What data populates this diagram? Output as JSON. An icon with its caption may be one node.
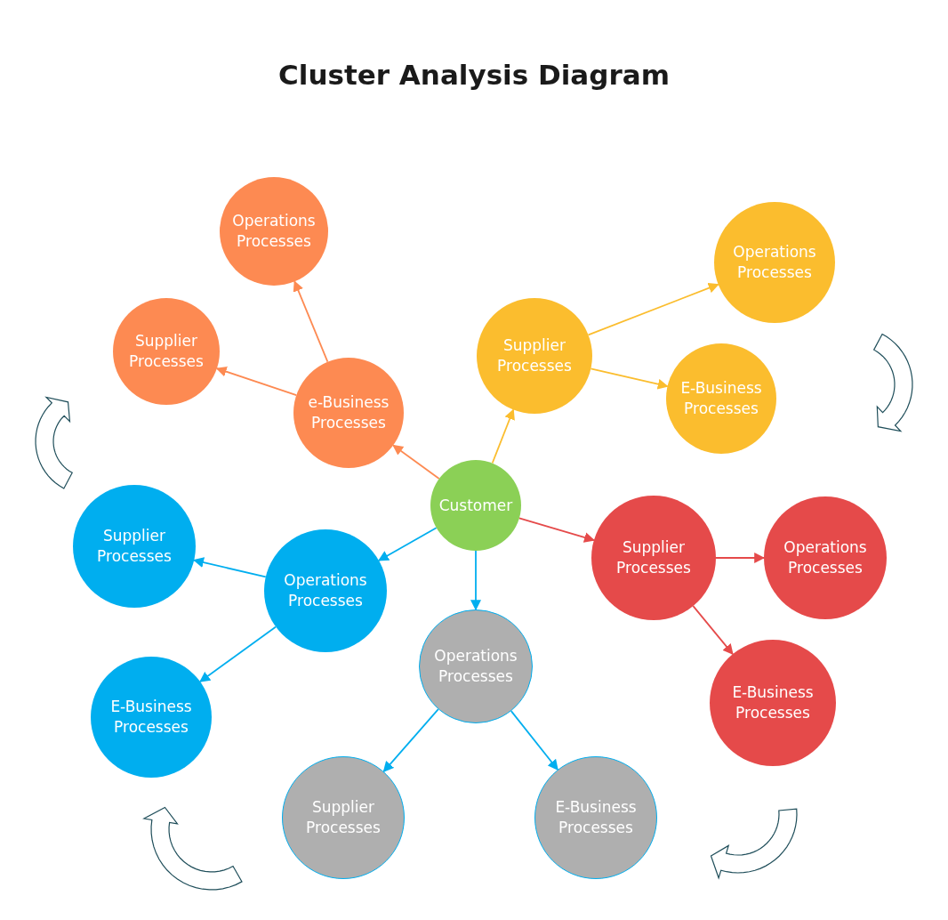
{
  "diagram": {
    "title": "Cluster Analysis Diagram",
    "nodes": [
      {
        "text": [
          "Customer"
        ]
      },
      {
        "text": [
          "e-Business Processes"
        ]
      },
      {
        "text": [
          "Operations Processes"
        ]
      },
      {
        "text": [
          "Supplier Processes"
        ]
      },
      {
        "text": [
          "Supplier Processes"
        ]
      },
      {
        "text": [
          "Operations Processes"
        ]
      },
      {
        "text": [
          "E-Business Processes"
        ]
      },
      {
        "text": [
          "Supplier Processes"
        ]
      },
      {
        "text": [
          "Operations Processes"
        ]
      },
      {
        "text": [
          "E-Business Processes"
        ]
      },
      {
        "text": [
          "Operations Processes"
        ]
      },
      {
        "text": [
          "Supplier Processes"
        ]
      },
      {
        "text": [
          "E-Business Processes"
        ]
      },
      {
        "text": [
          "Operations Processes"
        ]
      },
      {
        "text": [
          "Supplier Processes"
        ]
      },
      {
        "text": [
          "E-Business Processes"
        ]
      }
    ],
    "edges": [
      {
        "from": 0,
        "to": 1,
        "arrow": "to",
        "color": "#fd8a52"
      },
      {
        "from": 1,
        "to": 2,
        "arrow": "to",
        "color": "#fd8a52"
      },
      {
        "from": 1,
        "to": 3,
        "arrow": "to",
        "color": "#fd8a52"
      },
      {
        "from": 0,
        "to": 4,
        "arrow": "to",
        "color": "#fbbd2e"
      },
      {
        "from": 4,
        "to": 5,
        "arrow": "to",
        "color": "#fbbd2e"
      },
      {
        "from": 4,
        "to": 6,
        "arrow": "to",
        "color": "#fbbd2e"
      },
      {
        "from": 0,
        "to": 7,
        "arrow": "to",
        "color": "#e54a4a"
      },
      {
        "from": 7,
        "to": 8,
        "arrow": "to",
        "color": "#e54a4a"
      },
      {
        "from": 7,
        "to": 9,
        "arrow": "to",
        "color": "#e54a4a"
      },
      {
        "from": 0,
        "to": 10,
        "arrow": "to"
      },
      {
        "from": 10,
        "to": 11,
        "arrow": "to"
      },
      {
        "from": 10,
        "to": 12,
        "arrow": "to"
      },
      {
        "from": 0,
        "to": 13,
        "arrow": "to"
      },
      {
        "from": 13,
        "to": 14,
        "arrow": "to"
      },
      {
        "from": 13,
        "to": 15,
        "arrow": "to"
      }
    ]
  }
}
